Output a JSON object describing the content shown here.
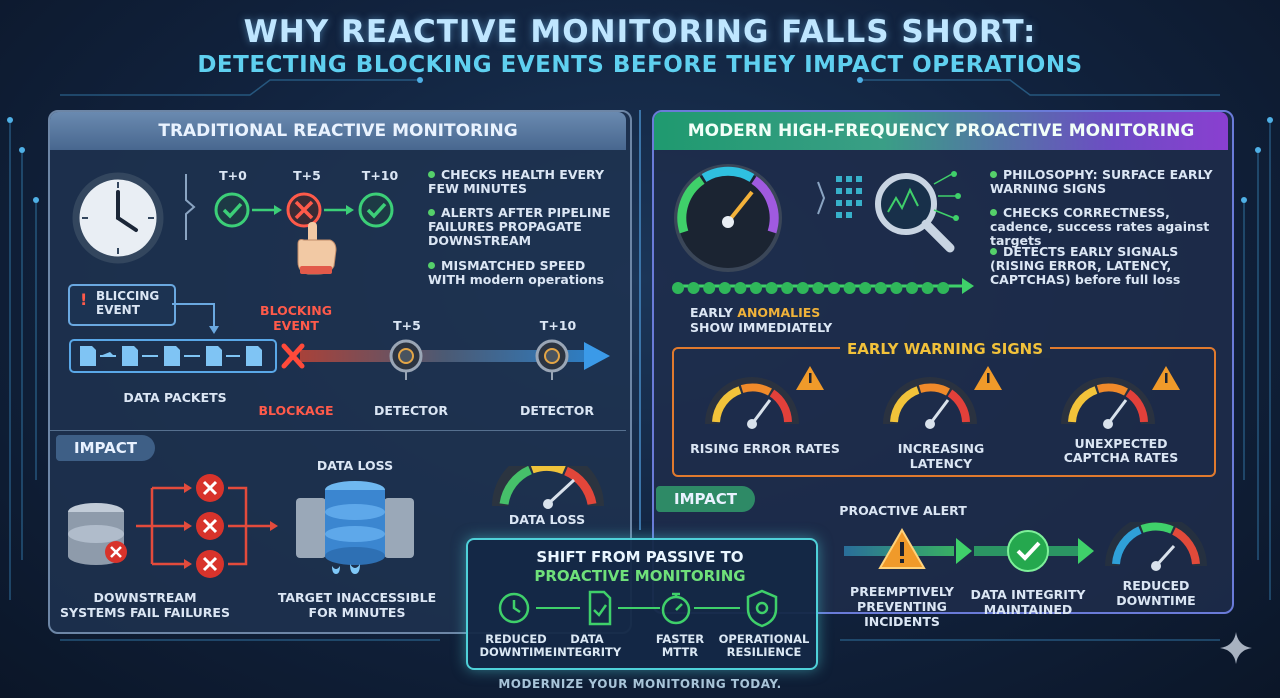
{
  "title": "WHY REACTIVE MONITORING FALLS SHORT:",
  "subtitle": "DETECTING BLOCKING EVENTS BEFORE THEY IMPACT OPERATIONS",
  "colors": {
    "accent_teal": "#5fd0f0",
    "alert_red": "#ff5a4a",
    "ok_green": "#55d06a",
    "warn_orange": "#e07a2e",
    "purple": "#8a3fd0"
  },
  "left": {
    "header": "TRADITIONAL REACTIVE MONITORING",
    "timeline": {
      "labels": [
        "T+0",
        "T+5",
        "T+10"
      ]
    },
    "bullets": [
      "CHECKS HEALTH EVERY FEW MINUTES",
      "ALERTS AFTER PIPELINE FAILURES PROPAGATE DOWNSTREAM",
      "MISMATCHED SPEED WITH modern operations"
    ],
    "event_box": "BLICCING EVENT",
    "blocking_event": "BLOCKING EVENT",
    "data_packets": "DATA PACKETS",
    "blockage": "BLOCKAGE",
    "t5": "T+5",
    "t10": "T+10",
    "detector1": "DETECTOR",
    "detector2": "DETECTOR",
    "impact": {
      "tag": "IMPACT",
      "data_loss_top": "DATA LOSS",
      "data_loss_gauge": "DATA LOSS",
      "downstream": "DOWNSTREAM SYSTEMS FAIL FAILURES",
      "target": "TARGET INACCESSIBLE FOR MINUTES"
    }
  },
  "right": {
    "header": "MODERN HIGH-FREQUENCY PROACTIVE MONITORING",
    "bullets": [
      "PHILOSOPHY: SURFACE EARLY WARNING SIGNS",
      "CHECKS CORRECTNESS, cadence, success rates against targets",
      "DETECTS EARLY SIGNALS (RISING ERROR, LATENCY, CAPTCHAS) before full loss"
    ],
    "early_a": "EARLY ",
    "early_b": "ANOMALIES",
    "early_c": "SHOW IMMEDIATELY",
    "warning": {
      "title": "EARLY WARNING SIGNS",
      "items": [
        "RISING ERROR RATES",
        "INCREASING LATENCY",
        "UNEXPECTED CAPTCHA RATES"
      ]
    },
    "impact": {
      "tag": "IMPACT",
      "proactive_alert": "PROACTIVE ALERT",
      "preempt": "PREEMPTIVELY PREVENTING INCIDENTS",
      "integrity": "DATA INTEGRITY MAINTAINED",
      "downtime": "REDUCED DOWNTIME"
    }
  },
  "cta": {
    "line1": "SHIFT FROM PASSIVE TO",
    "line2": "PROACTIVE MONITORING",
    "items": [
      {
        "label": "REDUCED DOWNTIME",
        "icon": "clock-icon"
      },
      {
        "label": "DATA INTEGRITY",
        "icon": "document-check-icon"
      },
      {
        "label": "FASTER MTTR",
        "icon": "stopwatch-icon"
      },
      {
        "label": "OPERATIONAL RESILIENCE",
        "icon": "shield-gear-icon"
      }
    ]
  },
  "footer": "MODERNIZE YOUR MONITORING TODAY."
}
